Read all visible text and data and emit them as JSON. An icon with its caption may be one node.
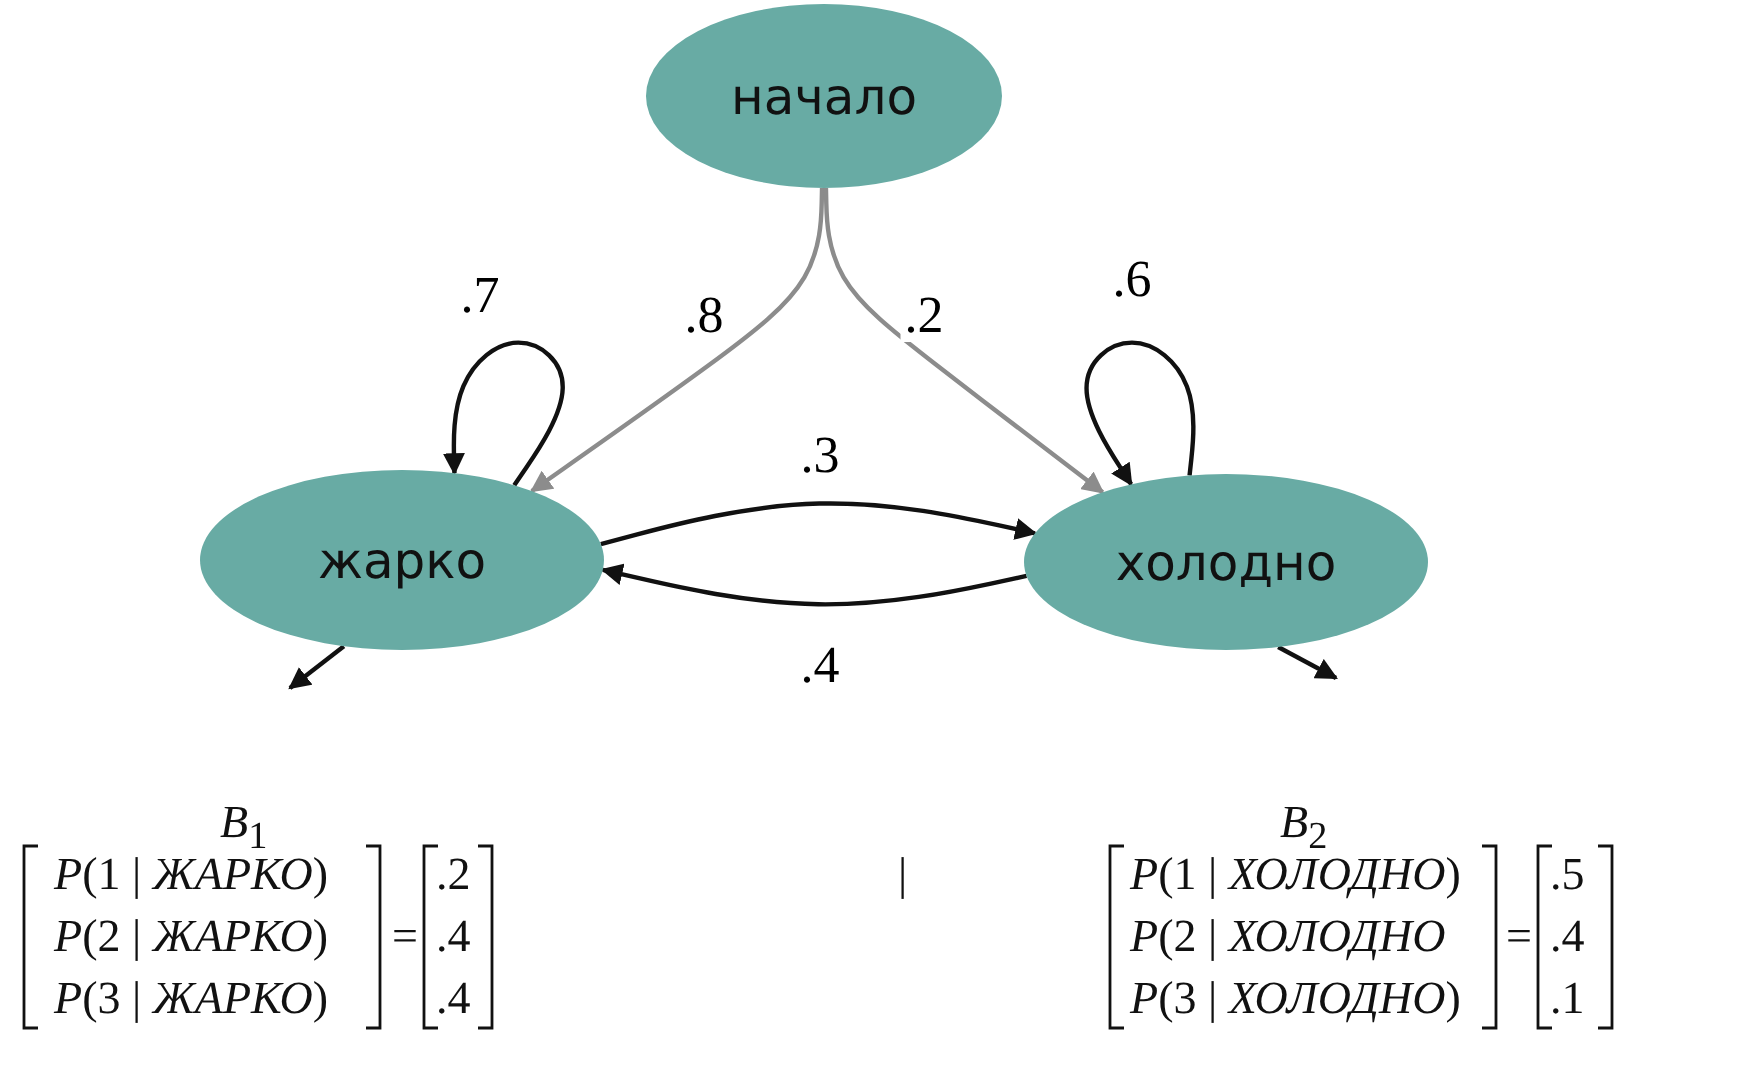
{
  "diagram": {
    "nodes": [
      {
        "text": [
          "начало"
        ]
      },
      {
        "text": [
          "жарко"
        ]
      },
      {
        "text": [
          "холодно"
        ]
      }
    ],
    "edges": [
      {
        "from": 0,
        "to": 1,
        "arrow": "to",
        "label": ".8",
        "color": "#8c8c8c"
      },
      {
        "from": 0,
        "to": 2,
        "arrow": "to",
        "label": ".2",
        "color": "#8c8c8c"
      },
      {
        "from": 1,
        "to": 1,
        "arrow": "to",
        "label": ".7"
      },
      {
        "from": 2,
        "to": 2,
        "arrow": "to",
        "label": ".6"
      },
      {
        "from": 1,
        "to": 2,
        "arrow": "to",
        "label": ".3"
      },
      {
        "from": 2,
        "to": 1,
        "arrow": "to",
        "label": ".4"
      },
      {
        "from": 1,
        "to": null,
        "arrow": "to"
      },
      {
        "from": 2,
        "to": null,
        "arrow": "to"
      }
    ],
    "labels": [
      "*B*$_{1}$",
      "*B*$_{2}$",
      "*P*(1 | *ЖАРКО*)",
      ".2",
      "|",
      "*P*(1 | *ХОЛОДНО*)",
      ".5",
      "*P*(2 | *ЖАРКО*)",
      "=",
      ".4",
      "*P*(2 | *ХОЛОДНО*",
      "=",
      ".4",
      "*P*(3 | *ЖАРКО*)",
      ".4",
      "*P*(3 | *ХОЛОДНО*)",
      ".1"
    ]
  }
}
